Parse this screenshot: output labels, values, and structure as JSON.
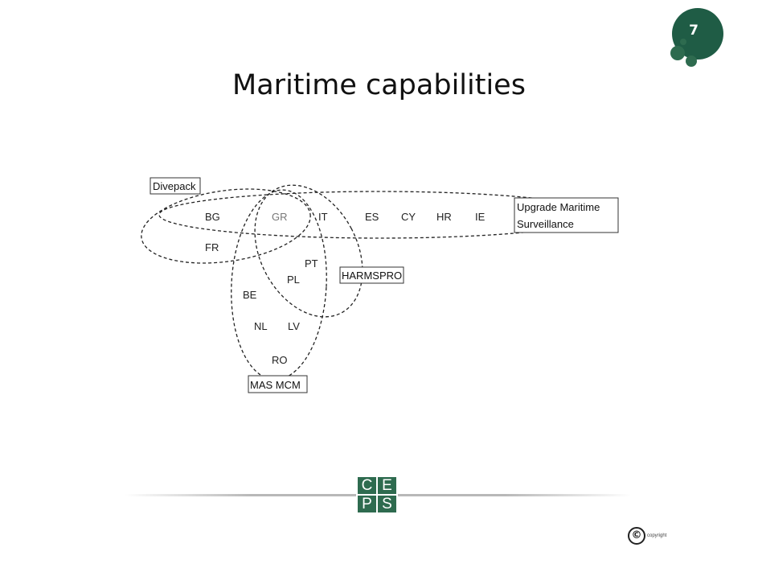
{
  "slide": {
    "number": "7",
    "title": "Maritime capabilities"
  },
  "diagram": {
    "groups": {
      "divepack": "Divepack",
      "upgrade_line1": "Upgrade Maritime",
      "upgrade_line2": "Surveillance",
      "harmspro": "HARMSPRO",
      "mas_mcm": "MAS MCM"
    },
    "countries": {
      "bg": "BG",
      "gr": "GR",
      "it": "IT",
      "es": "ES",
      "cy": "CY",
      "hr": "HR",
      "ie": "IE",
      "fr": "FR",
      "pt": "PT",
      "pl": "PL",
      "be": "BE",
      "nl": "NL",
      "lv": "LV",
      "ro": "RO"
    }
  },
  "footer": {
    "logo": [
      "C",
      "E",
      "P",
      "S"
    ],
    "copyright_symbol": "©",
    "copyright_text": "copyright"
  },
  "colors": {
    "brand_green": "#2e6b4f",
    "badge_green": "#1f5c45"
  }
}
